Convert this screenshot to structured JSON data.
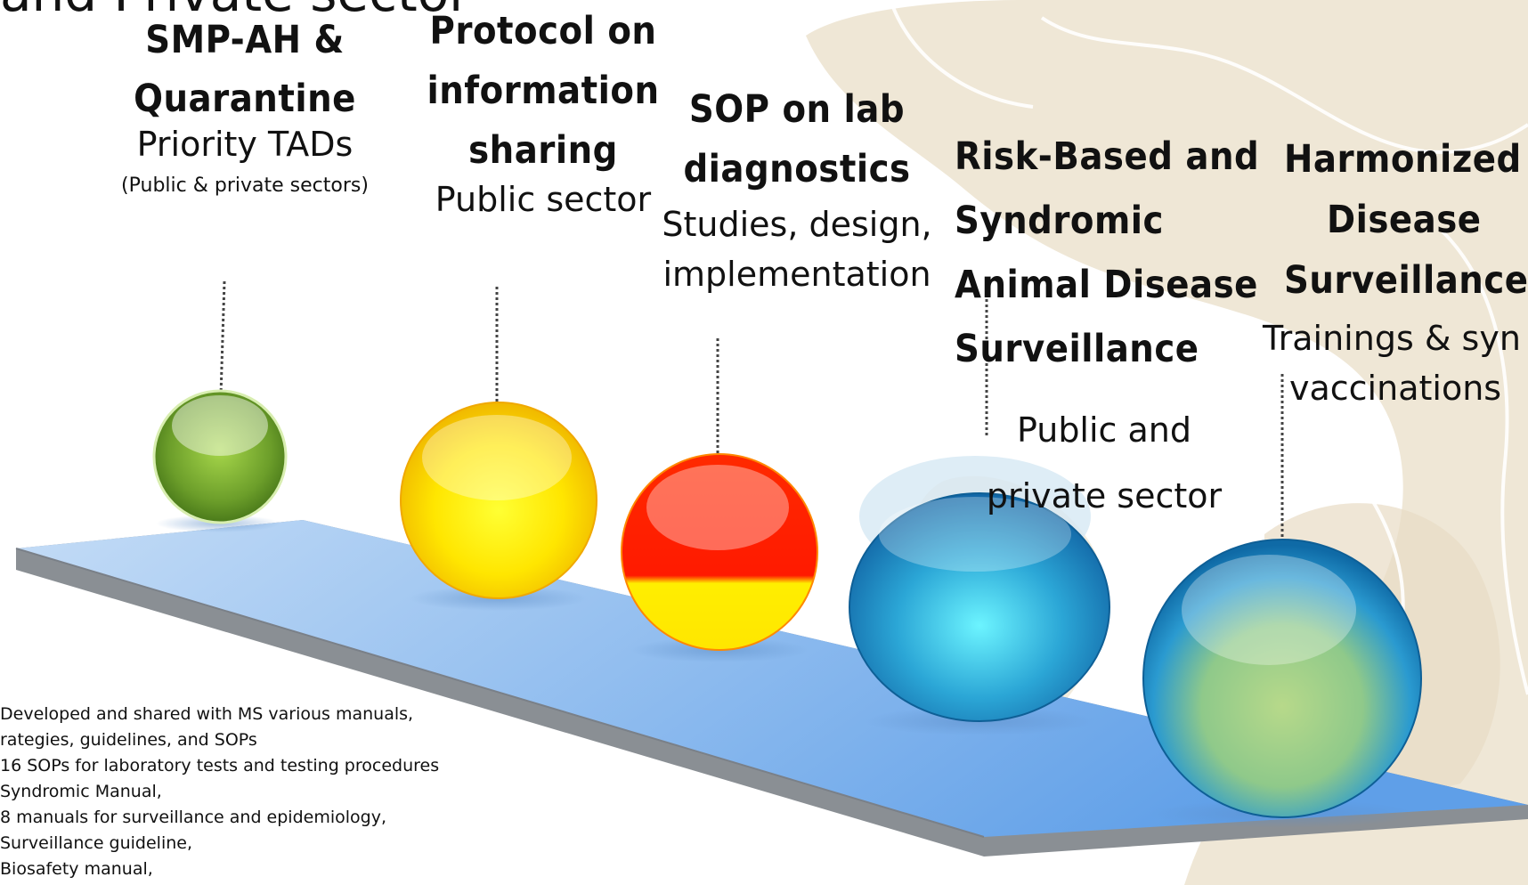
{
  "page": {
    "cut_title": "and Private sector"
  },
  "milestones": [
    {
      "heading": [
        "SMP-AH &",
        "Quarantine"
      ],
      "sub": "Priority TADs",
      "sub2": "(Public & private sectors)",
      "ball_color": "green"
    },
    {
      "heading": [
        "Protocol on",
        "information",
        "sharing"
      ],
      "sub": "Public sector",
      "ball_color": "yellow"
    },
    {
      "heading": [
        "SOP on lab",
        "diagnostics"
      ],
      "sub_lines": [
        "Studies, design,",
        "implementation"
      ],
      "ball_color": "red-yellow"
    },
    {
      "heading": [
        "Risk-Based and",
        "Syndromic",
        "Animal Disease",
        "Surveillance"
      ],
      "sub_lines": [
        "Public and",
        "private sector"
      ],
      "ball_color": "blue"
    },
    {
      "heading": [
        "Harmonized",
        "Disease",
        "Surveillance"
      ],
      "sub_lines": [
        "Trainings & syn",
        "vaccinations"
      ],
      "ball_color": "blue-green"
    }
  ],
  "notes": [
    "Developed and shared with MS various manuals,",
    "rategies, guidelines, and SOPs",
    "16 SOPs for laboratory tests and testing procedures",
    "Syndromic Manual,",
    "8 manuals for surveillance and epidemiology,",
    "Surveillance guideline,",
    "Biosafety manual,"
  ],
  "colors": {
    "beige_map": "#efe7d6",
    "plank_top": "#9cc4ee",
    "plank_edge": "#8a8f94",
    "green": "#7ab02e",
    "yellow": "#ffd400",
    "red": "#ff1a00",
    "blue": "#1f8fc9"
  }
}
